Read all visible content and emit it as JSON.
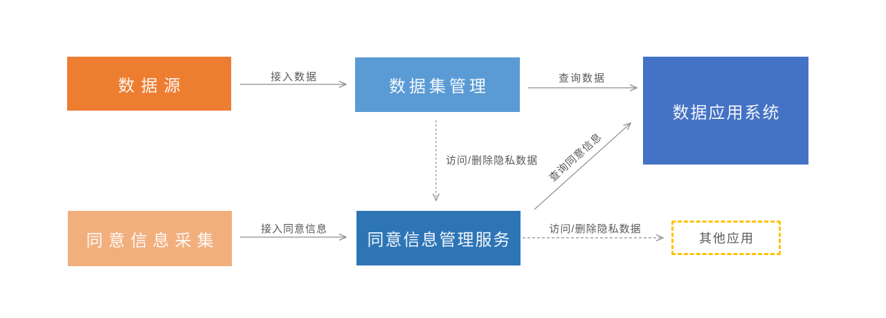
{
  "diagram": {
    "background": "#FFFFFF",
    "arrow_color": "#8C8C8C",
    "label_color": "#595959",
    "nodes": [
      {
        "id": "data-source",
        "label": "数据源",
        "fill": "#ED7D31",
        "text_color": "#FFFFFF"
      },
      {
        "id": "dataset-management",
        "label": "数据集管理",
        "fill": "#5B9BD5",
        "text_color": "#FFFFFF"
      },
      {
        "id": "data-application-system",
        "label": "数据应用系统",
        "fill": "#4472C4",
        "text_color": "#FFFFFF"
      },
      {
        "id": "consent-info-collection",
        "label": "同意信息采集",
        "fill": "#F2AF7E",
        "text_color": "#FFFFFF"
      },
      {
        "id": "consent-management-service",
        "label": "同意信息管理服务",
        "fill": "#2E75B6",
        "text_color": "#FFFFFF"
      },
      {
        "id": "other-applications",
        "label": "其他应用",
        "fill": "#FFFFFF",
        "border_color": "#FFC000",
        "border_style": "dashed",
        "text_color": "#595959"
      }
    ],
    "edges": [
      {
        "id": "access-data",
        "label": "接入数据",
        "from": "data-source",
        "to": "dataset-management",
        "style": "solid"
      },
      {
        "id": "query-data",
        "label": "查询数据",
        "from": "dataset-management",
        "to": "data-application-system",
        "style": "solid"
      },
      {
        "id": "access-delete-private-down",
        "label": "访问/删除隐私数据",
        "from": "dataset-management",
        "to": "consent-management-service",
        "style": "dashed"
      },
      {
        "id": "access-consent-info",
        "label": "接入同意信息",
        "from": "consent-info-collection",
        "to": "consent-management-service",
        "style": "solid"
      },
      {
        "id": "query-consent-info",
        "label": "查询同意信息",
        "from": "consent-management-service",
        "to": "data-application-system",
        "style": "solid"
      },
      {
        "id": "access-delete-private-right",
        "label": "访问/删除隐私数据",
        "from": "consent-management-service",
        "to": "other-applications",
        "style": "dashed"
      }
    ]
  }
}
